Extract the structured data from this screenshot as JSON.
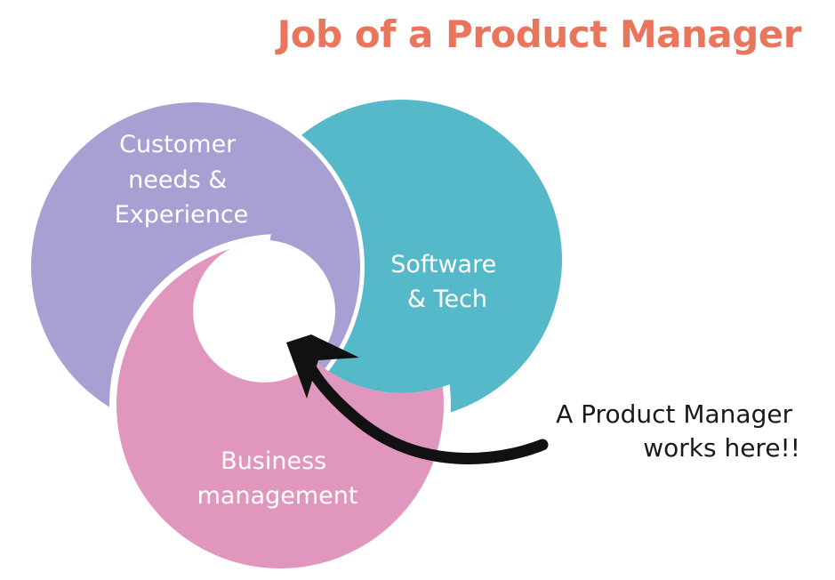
{
  "title": "Job of a Product Manager",
  "segments": [
    {
      "id": "customer",
      "lines": [
        "Customer",
        "needs &",
        "Experience"
      ],
      "color": "#a89fd3"
    },
    {
      "id": "software",
      "lines": [
        "Software",
        "& Tech"
      ],
      "color": "#55b9c9"
    },
    {
      "id": "business",
      "lines": [
        "Business",
        "management"
      ],
      "color": "#e196bd"
    }
  ],
  "annotation": {
    "lines": [
      "A Product Manager",
      "works here!!"
    ]
  },
  "colors": {
    "title": "#e8755c",
    "arrow": "#111111"
  }
}
